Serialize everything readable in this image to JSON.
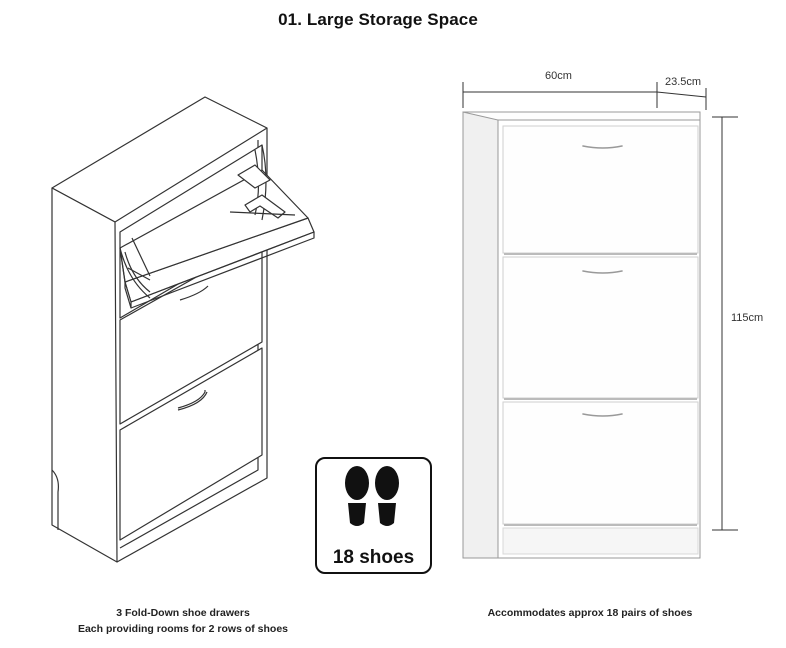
{
  "title": "01. Large Storage Space",
  "dimensions": {
    "width": "60cm",
    "depth": "23.5cm",
    "height": "115cm"
  },
  "badge": {
    "icon": "shoe-prints-icon",
    "label": "18  shoes"
  },
  "captions": {
    "left_line1": "3 Fold-Down shoe drawers",
    "left_line2": "Each providing rooms for 2 rows of shoes",
    "right": "Accommodates approx 18 pairs of shoes"
  }
}
